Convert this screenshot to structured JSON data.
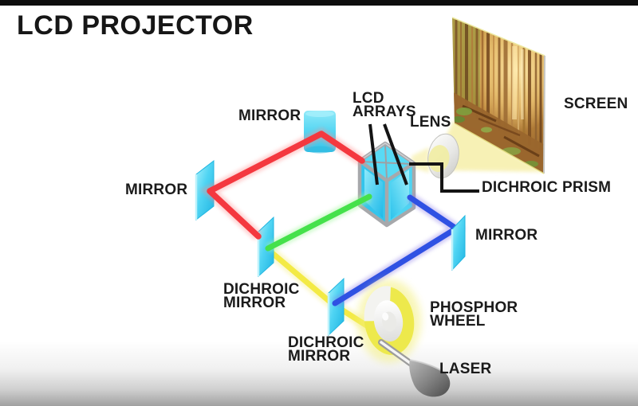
{
  "title": "LCD PROJECTOR",
  "labels": {
    "mirror_top": "MIRROR",
    "mirror_left": "MIRROR",
    "mirror_right": "MIRROR",
    "lcd_arrays": {
      "line1": "LCD",
      "line2": "ARRAYS"
    },
    "lens": "LENS",
    "screen": "SCREEN",
    "dichroic_prism": "DICHROIC PRISM",
    "dichroic_mirror_left": {
      "line1": "DICHROIC",
      "line2": "MIRROR"
    },
    "dichroic_mirror_bottom": {
      "line1": "DICHROIC",
      "line2": "MIRROR"
    },
    "phosphor_wheel": {
      "line1": "PHOSPHOR",
      "line2": "WHEEL"
    },
    "laser": "LASER"
  },
  "colors": {
    "red_beam": "#f4383f",
    "green_beam": "#45e14b",
    "blue_beam": "#2f51e3",
    "yellow_beam": "#f3ea45",
    "mirror_cyan": "#3cc9ee",
    "prism_frame_gray": "#a7a8ab",
    "wheel_yellow": "#ede94c",
    "laser_gray": "#6e6e6e",
    "projection_glow": "#f7f0ae",
    "text": "#1b1b1b",
    "background": "#ffffff"
  }
}
